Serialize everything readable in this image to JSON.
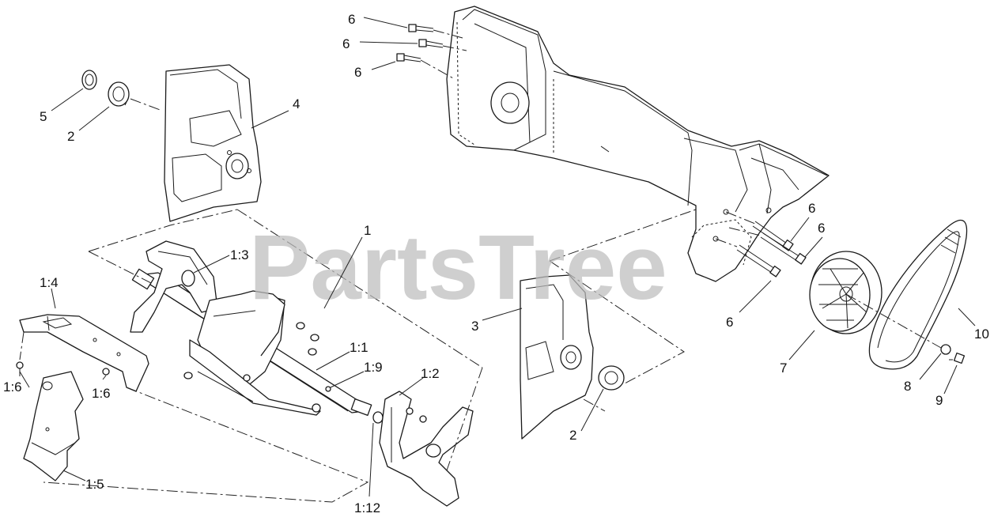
{
  "watermark": "PartsTree",
  "callouts": [
    {
      "id": "c-6a",
      "label": "6"
    },
    {
      "id": "c-6b",
      "label": "6"
    },
    {
      "id": "c-6c",
      "label": "6"
    },
    {
      "id": "c-5",
      "label": "5"
    },
    {
      "id": "c-2a",
      "label": "2"
    },
    {
      "id": "c-4",
      "label": "4"
    },
    {
      "id": "c-1",
      "label": "1"
    },
    {
      "id": "c-1-3",
      "label": "1:3"
    },
    {
      "id": "c-1-4",
      "label": "1:4"
    },
    {
      "id": "c-1-6a",
      "label": "1:6"
    },
    {
      "id": "c-1-6b",
      "label": "1:6"
    },
    {
      "id": "c-1-1",
      "label": "1:1"
    },
    {
      "id": "c-1-9",
      "label": "1:9"
    },
    {
      "id": "c-1-2",
      "label": "1:2"
    },
    {
      "id": "c-1-5",
      "label": "1:5"
    },
    {
      "id": "c-1-12",
      "label": "1:12"
    },
    {
      "id": "c-3",
      "label": "3"
    },
    {
      "id": "c-2b",
      "label": "2"
    },
    {
      "id": "c-6d",
      "label": "6"
    },
    {
      "id": "c-6e",
      "label": "6"
    },
    {
      "id": "c-6f",
      "label": "6"
    },
    {
      "id": "c-7",
      "label": "7"
    },
    {
      "id": "c-10",
      "label": "10"
    },
    {
      "id": "c-8",
      "label": "8"
    },
    {
      "id": "c-9",
      "label": "9"
    }
  ]
}
